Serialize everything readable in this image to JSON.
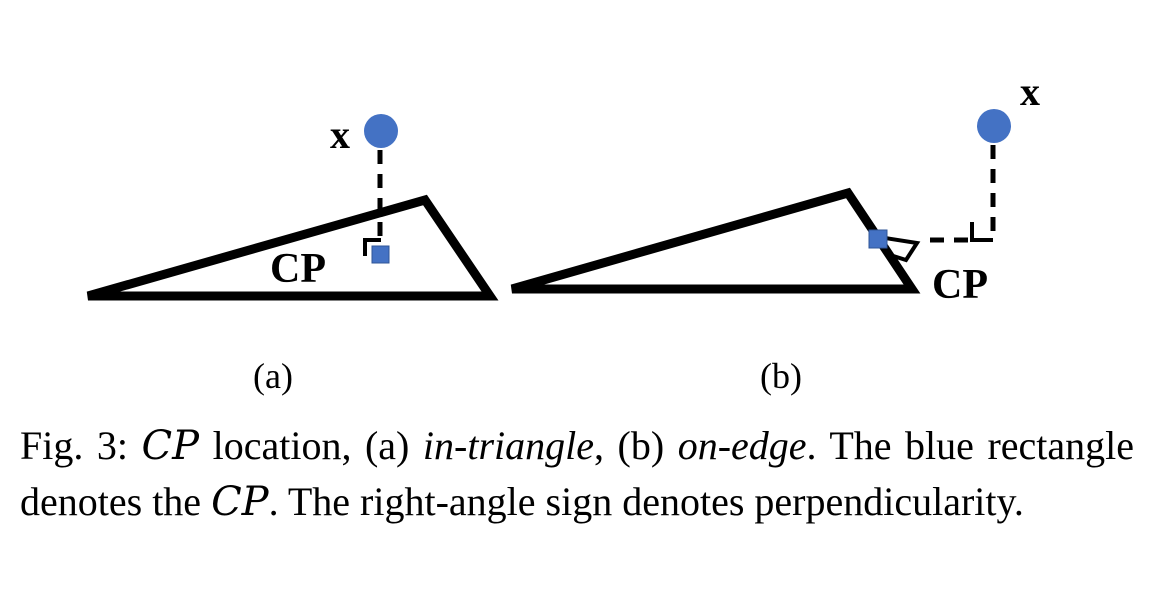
{
  "diagram_a": {
    "point_label": "x",
    "cp_label": "CP",
    "subcaption": "(a)"
  },
  "diagram_b": {
    "point_label": "x",
    "cp_label": "CP",
    "subcaption": "(b)"
  },
  "caption": {
    "prefix": "Fig. 3:",
    "cp": "CP",
    "part1": "location, (a)",
    "in_triangle": "in-triangle",
    "part2": ", (b)",
    "on_edge": "on-edge",
    "part3": ". The blue rectangle denotes the",
    "part4": ". The right-angle sign denotes perpendicularity."
  },
  "colors": {
    "point": "#4472C4",
    "cp": "#4472C4",
    "stroke": "#000000"
  }
}
